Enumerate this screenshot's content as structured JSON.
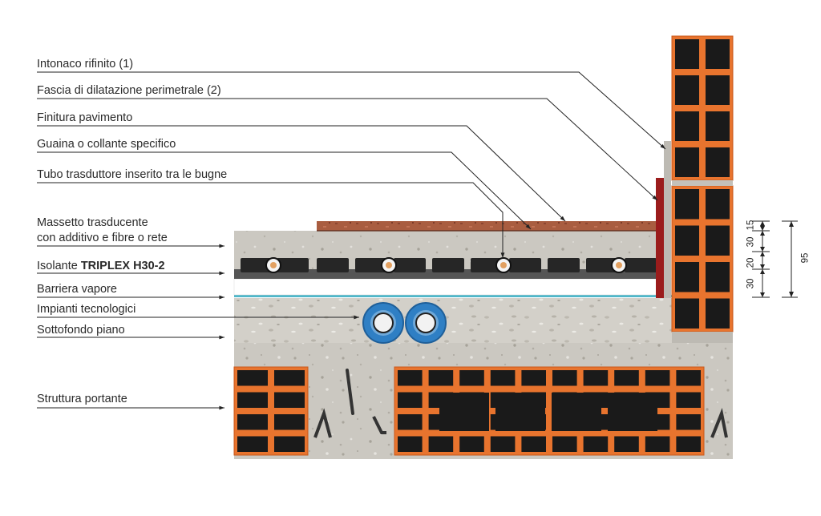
{
  "labels": {
    "intonaco": "Intonaco rifinito (1)",
    "fascia": "Fascia di dilatazione perimetrale (2)",
    "finitura": "Finitura pavimento",
    "guaina": "Guaina o collante specifico",
    "tubo": "Tubo trasduttore inserito tra le bugne",
    "massetto_line1": "Massetto trasducente",
    "massetto_line2": "con additivo e fibre o rete",
    "isolante_prefix": "Isolante ",
    "isolante_bold": "TRIPLEX H30-2",
    "barriera": "Barriera vapore",
    "impianti": "Impianti tecnologici",
    "sottofondo": "Sottofondo piano",
    "struttura": "Struttura portante"
  },
  "dimensions": {
    "d15": "15",
    "d30a": "30",
    "d20": "20",
    "d30b": "30",
    "total": "95"
  },
  "colors": {
    "brick": "#e8742e",
    "brick_hole": "#1a1a1a",
    "concrete": "#cfccc5",
    "screed": "#c9c7c0",
    "insulation_white": "#ffffff",
    "vapour_barrier": "#4fb7c9",
    "pipe_blue": "#2f7fc4",
    "finish_red": "#a85a3e",
    "band_red": "#9b1c1c",
    "leader": "#222222"
  }
}
